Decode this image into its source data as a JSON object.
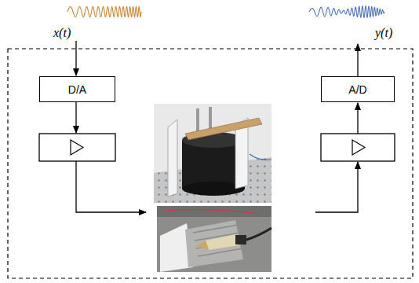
{
  "diagram": {
    "nodes": [
      {
        "text": [
          "D/A"
        ]
      },
      {
        "text": [
          "A/D"
        ]
      }
    ],
    "labels": [
      "x(t)",
      "y(t)"
    ]
  }
}
